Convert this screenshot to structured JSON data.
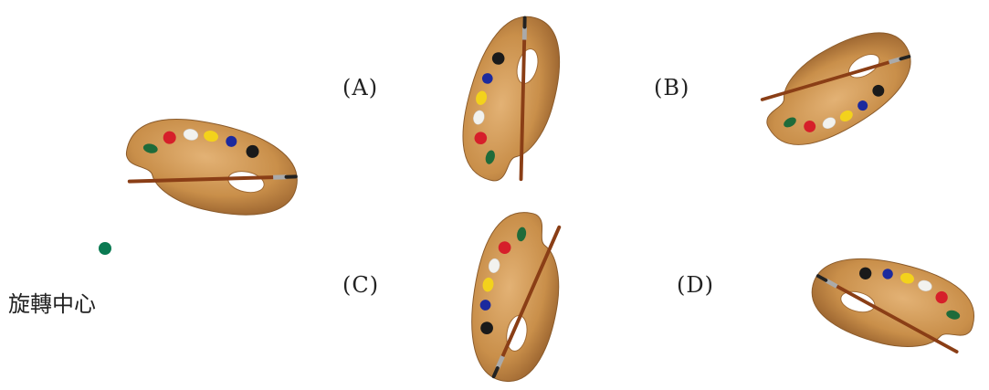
{
  "rotation_center": {
    "label": "旋轉中心",
    "dot_color": "#0a7a52"
  },
  "options": [
    {
      "label": "(A)"
    },
    {
      "label": "(B)"
    },
    {
      "label": "(C)"
    },
    {
      "label": "(D)"
    }
  ],
  "palette": {
    "wood_color": "#c98f4a",
    "paints": [
      "#1f6b3a",
      "#d61f2a",
      "#f2f2ee",
      "#f3d21c",
      "#1c2a9e",
      "#1a1a1a"
    ]
  }
}
